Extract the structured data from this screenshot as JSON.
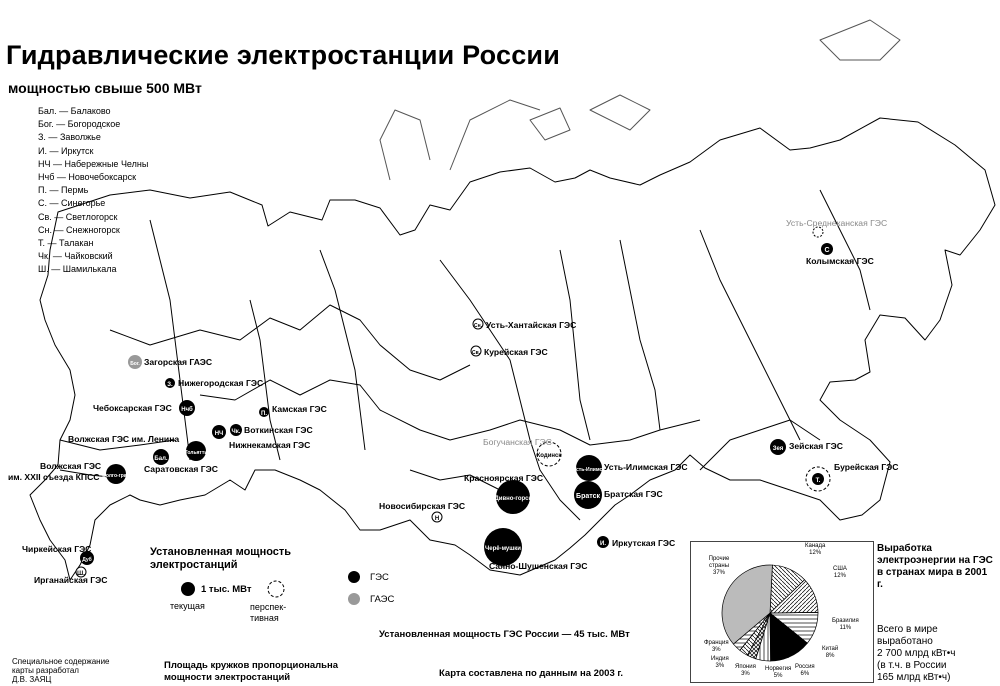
{
  "title": "Гидравлические электростанции России",
  "subtitle": "мощностью свыше 500 МВт",
  "abbreviations": [
    "Бал. — Балаково",
    "Бог. — Богородское",
    "З. — Заволжье",
    "И. — Иркутск",
    "НЧ — Набережные Челны",
    "Нчб — Новочебоксарск",
    "П. — Пермь",
    "С. — Синегорье",
    "Св. — Светлогорск",
    "Сн. — Снежногорск",
    "Т. — Талакан",
    "Чк. — Чайковский",
    "Ш. — Шамилькала"
  ],
  "stations": [
    {
      "name": "Усть-Среднеканская ГЭС",
      "status": "planned"
    },
    {
      "name": "Колымская ГЭС",
      "status": "current"
    },
    {
      "name": "Усть-Хантайская ГЭС",
      "status": "current"
    },
    {
      "name": "Курейская ГЭС",
      "status": "current"
    },
    {
      "name": "Загорская ГАЭС",
      "status": "pumped"
    },
    {
      "name": "Нижегородская ГЭС",
      "status": "current"
    },
    {
      "name": "Чебоксарская ГЭС",
      "status": "current"
    },
    {
      "name": "Камская ГЭС",
      "status": "current"
    },
    {
      "name": "Воткинская ГЭС",
      "status": "current"
    },
    {
      "name": "Нижнекамская ГЭС",
      "status": "current"
    },
    {
      "name": "Волжская ГЭС им. Ленина",
      "status": "current"
    },
    {
      "name": "Саратовская ГЭС",
      "status": "current"
    },
    {
      "name": "Волжская ГЭС",
      "status": "current"
    },
    {
      "name": "им. XXII съезда КПСС",
      "status": "current"
    },
    {
      "name": "Богучанская ГЭС",
      "status": "planned"
    },
    {
      "name": "Усть-Илимская ГЭС",
      "status": "current"
    },
    {
      "name": "Красноярская ГЭС",
      "status": "current"
    },
    {
      "name": "Братская ГЭС",
      "status": "current"
    },
    {
      "name": "Новосибирская ГЭС",
      "status": "current"
    },
    {
      "name": "Иркутская ГЭС",
      "status": "current"
    },
    {
      "name": "Саяно-Шушенская ГЭС",
      "status": "current"
    },
    {
      "name": "Зейская ГЭС",
      "status": "current"
    },
    {
      "name": "Бурейская ГЭС",
      "status": "planned"
    },
    {
      "name": "Чиркейская ГЭС",
      "status": "current"
    },
    {
      "name": "Ирганайская ГЭС",
      "status": "current"
    }
  ],
  "circle_labels": {
    "kolyma": "С",
    "ust_khantay": "Сн.",
    "kureyka": "Св.",
    "zagorsk": "Бог.",
    "nizhny": "З.",
    "cheboksary": "Нчб",
    "kama": "П.",
    "votkinsk": "Чк.",
    "nizhnekamsk": "НЧ",
    "zhiguli": "Тольятти",
    "saratov": "Бал.",
    "volgograd": "Волго-град",
    "boguchany": "Кодинск",
    "ust_ilim": "Усть-Илимск",
    "bratsk": "Братск",
    "krasnoyarsk": "Дивно-горск",
    "novosibirsk": "Н",
    "irkutsk": "И.",
    "sayano": "Черё-мушки",
    "zeya": "Зея",
    "bureya": "Т.",
    "chirkey": "Дуб",
    "irganay": "Ш."
  },
  "legend": {
    "heading": "Установленная мощность электростанций",
    "size_value": "1 тыс. МВт",
    "current": "текущая",
    "planned": "перспек-тивная",
    "hydro": "ГЭС",
    "pumped": "ГАЭС",
    "note": "Площадь кружков пропорциональна мощности электростанций"
  },
  "total_capacity": "Установленная мощность ГЭС России — 45 тыс. МВт",
  "source": "Карта составлена по данным на 2003 г.",
  "credits": [
    "Специальное содержание",
    "карты разработал",
    "Д.В. ЗАЯЦ"
  ],
  "world": {
    "heading": "Выработка электроэнергии на ГЭС в странах мира в 2001 г.",
    "text": [
      "Всего в мире",
      "выработано",
      "2 700  млрд кВт•ч",
      "(в т.ч. в России",
      "165  млрд кВт•ч)"
    ]
  },
  "chart_data": {
    "type": "pie",
    "title": "Выработка электроэнергии на ГЭС в странах мира в 2001 г.",
    "slices": [
      {
        "label": "Канада",
        "value": 12,
        "text": "12%"
      },
      {
        "label": "США",
        "value": 12,
        "text": "12%"
      },
      {
        "label": "Бразилия",
        "value": 11,
        "text": "11%"
      },
      {
        "label": "Китай",
        "value": 8,
        "text": "8%"
      },
      {
        "label": "Россия",
        "value": 6,
        "text": "6%"
      },
      {
        "label": "Норвегия",
        "value": 5,
        "text": "5%"
      },
      {
        "label": "Япония",
        "value": 3,
        "text": "3%"
      },
      {
        "label": "Индия",
        "value": 3,
        "text": "3%"
      },
      {
        "label": "Франция",
        "value": 3,
        "text": "3%"
      },
      {
        "label": "Прочие страны",
        "value": 37,
        "text": "37%"
      }
    ]
  }
}
